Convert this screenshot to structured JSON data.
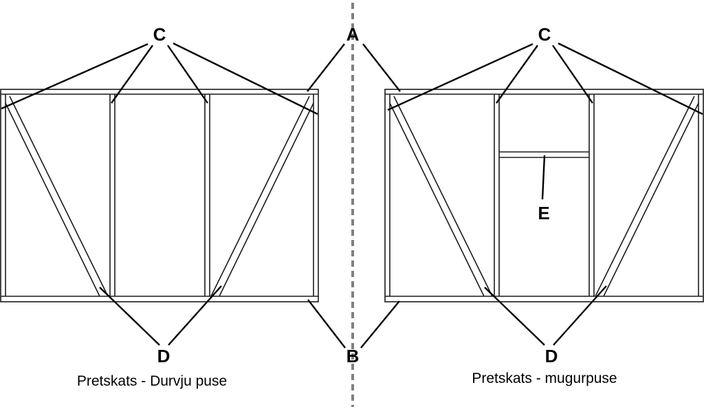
{
  "labels": {
    "a": "A",
    "b": "B",
    "c_left": "C",
    "c_right": "C",
    "d_left": "D",
    "d_right": "D",
    "e": "E"
  },
  "captions": {
    "front": "Pretskats - Durvju puse",
    "back": "Pretskats - mugurpuse"
  },
  "colors": {
    "divider": "#808080",
    "lines": "#000000"
  }
}
